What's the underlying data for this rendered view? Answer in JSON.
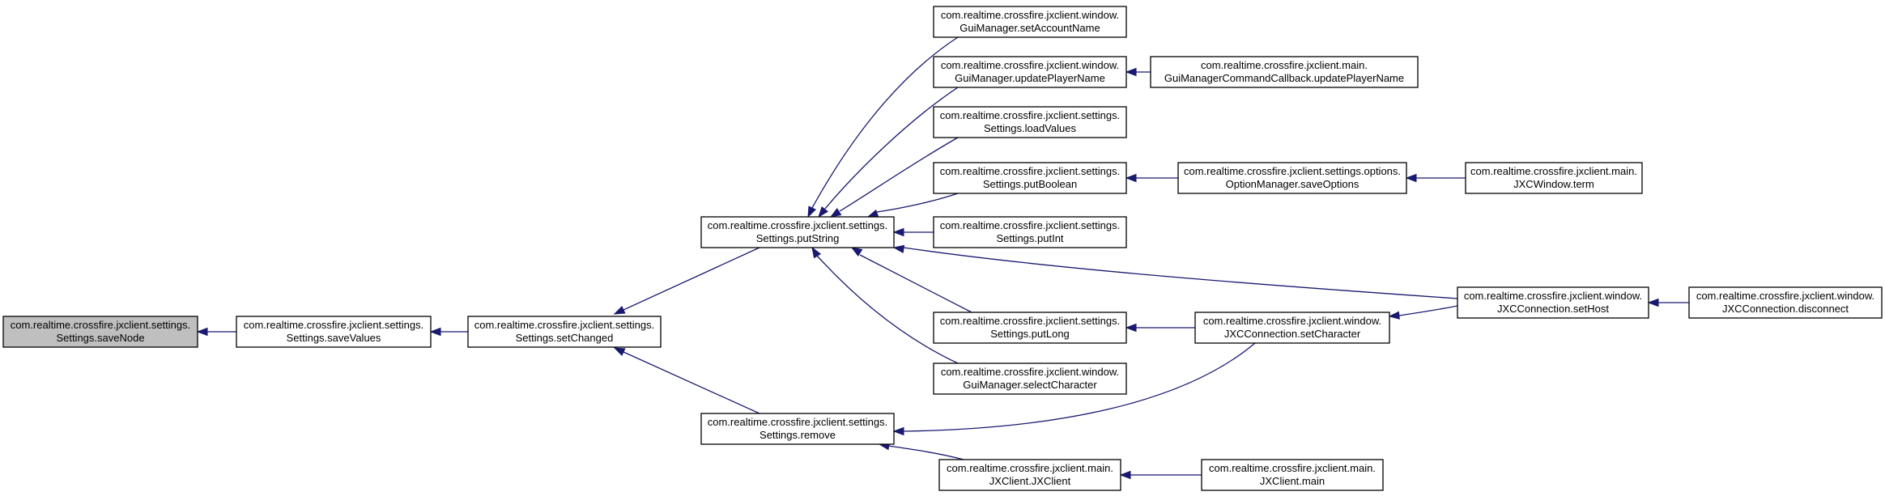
{
  "diagram": {
    "colors": {
      "edge": "#191970",
      "node_border": "#000000",
      "node_fill": "#ffffff",
      "highlight_fill": "#bfbfbf",
      "text": "#000000"
    },
    "nodes": [
      {
        "id": "saveNode",
        "line1": "com.realtime.crossfire.jxclient.settings.",
        "line2": "Settings.saveNode",
        "highlighted": true
      },
      {
        "id": "saveValues",
        "line1": "com.realtime.crossfire.jxclient.settings.",
        "line2": "Settings.saveValues"
      },
      {
        "id": "setChanged",
        "line1": "com.realtime.crossfire.jxclient.settings.",
        "line2": "Settings.setChanged"
      },
      {
        "id": "putString",
        "line1": "com.realtime.crossfire.jxclient.settings.",
        "line2": "Settings.putString"
      },
      {
        "id": "remove",
        "line1": "com.realtime.crossfire.jxclient.settings.",
        "line2": "Settings.remove"
      },
      {
        "id": "setAccountName",
        "line1": "com.realtime.crossfire.jxclient.window.",
        "line2": "GuiManager.setAccountName"
      },
      {
        "id": "updatePlayerName",
        "line1": "com.realtime.crossfire.jxclient.window.",
        "line2": "GuiManager.updatePlayerName"
      },
      {
        "id": "loadValues",
        "line1": "com.realtime.crossfire.jxclient.settings.",
        "line2": "Settings.loadValues"
      },
      {
        "id": "putBoolean",
        "line1": "com.realtime.crossfire.jxclient.settings.",
        "line2": "Settings.putBoolean"
      },
      {
        "id": "putInt",
        "line1": "com.realtime.crossfire.jxclient.settings.",
        "line2": "Settings.putInt"
      },
      {
        "id": "putLong",
        "line1": "com.realtime.crossfire.jxclient.settings.",
        "line2": "Settings.putLong"
      },
      {
        "id": "selectCharacter",
        "line1": "com.realtime.crossfire.jxclient.window.",
        "line2": "GuiManager.selectCharacter"
      },
      {
        "id": "jxclient",
        "line1": "com.realtime.crossfire.jxclient.main.",
        "line2": "JXClient.JXClient"
      },
      {
        "id": "cbUpdatePlayerName",
        "line1": "com.realtime.crossfire.jxclient.main.",
        "line2": "GuiManagerCommandCallback.updatePlayerName"
      },
      {
        "id": "saveOptions",
        "line1": "com.realtime.crossfire.jxclient.settings.options.",
        "line2": "OptionManager.saveOptions"
      },
      {
        "id": "setCharacter",
        "line1": "com.realtime.crossfire.jxclient.window.",
        "line2": "JXCConnection.setCharacter"
      },
      {
        "id": "jxclientMain",
        "line1": "com.realtime.crossfire.jxclient.main.",
        "line2": "JXClient.main"
      },
      {
        "id": "term",
        "line1": "com.realtime.crossfire.jxclient.main.",
        "line2": "JXCWindow.term"
      },
      {
        "id": "setHost",
        "line1": "com.realtime.crossfire.jxclient.window.",
        "line2": "JXCConnection.setHost"
      },
      {
        "id": "disconnect",
        "line1": "com.realtime.crossfire.jxclient.window.",
        "line2": "JXCConnection.disconnect"
      }
    ],
    "edges": [
      {
        "from": "saveValues",
        "to": "saveNode"
      },
      {
        "from": "setChanged",
        "to": "saveValues"
      },
      {
        "from": "putString",
        "to": "setChanged"
      },
      {
        "from": "remove",
        "to": "setChanged"
      },
      {
        "from": "setAccountName",
        "to": "putString"
      },
      {
        "from": "updatePlayerName",
        "to": "putString"
      },
      {
        "from": "loadValues",
        "to": "putString"
      },
      {
        "from": "putBoolean",
        "to": "putString"
      },
      {
        "from": "putInt",
        "to": "putString"
      },
      {
        "from": "putLong",
        "to": "putString"
      },
      {
        "from": "selectCharacter",
        "to": "putString"
      },
      {
        "from": "setHost",
        "to": "putString"
      },
      {
        "from": "setCharacter",
        "to": "remove"
      },
      {
        "from": "jxclient",
        "to": "remove"
      },
      {
        "from": "cbUpdatePlayerName",
        "to": "updatePlayerName"
      },
      {
        "from": "saveOptions",
        "to": "putBoolean"
      },
      {
        "from": "term",
        "to": "saveOptions"
      },
      {
        "from": "setCharacter",
        "to": "putLong"
      },
      {
        "from": "setHost",
        "to": "setCharacter"
      },
      {
        "from": "disconnect",
        "to": "setHost"
      },
      {
        "from": "jxclientMain",
        "to": "jxclient"
      }
    ]
  }
}
